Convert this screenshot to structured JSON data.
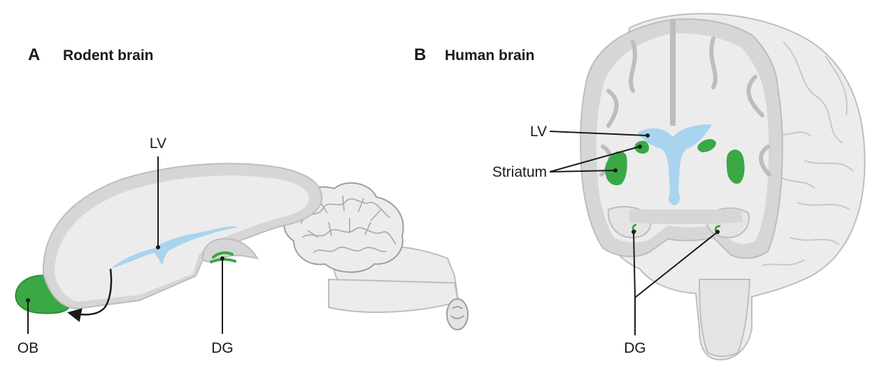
{
  "panel_a": {
    "letter": "A",
    "title": "Rodent brain",
    "labels": {
      "lv": "LV",
      "ob": "OB",
      "dg": "DG"
    }
  },
  "panel_b": {
    "letter": "B",
    "title": "Human brain",
    "labels": {
      "lv": "LV",
      "striatum": "Striatum",
      "dg": "DG"
    }
  },
  "colors": {
    "tissue_light": "#ececec",
    "tissue_mid": "#d6d6d6",
    "tissue_outline": "#bdbdbd",
    "ventricle": "#a9d4ef",
    "neurogenic_green": "#3aa845",
    "ink": "#1a1a1a"
  }
}
